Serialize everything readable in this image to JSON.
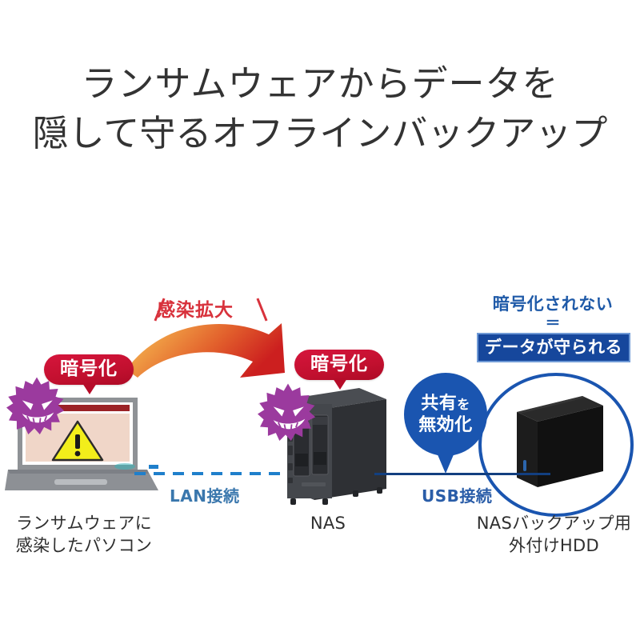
{
  "title": {
    "line1": "ランサムウェアからデータを",
    "line2": "隠して守るオフラインバックアップ"
  },
  "diagram": {
    "spread_label": "感染拡大",
    "encryption_badge_pc": "暗号化",
    "encryption_badge_nas": "暗号化",
    "lan_label": "LAN接続",
    "usb_label": "USB接続",
    "share_callout": {
      "line1_main": "共有",
      "line1_particle": "を",
      "line2": "無効化"
    },
    "protected": {
      "top": "暗号化されない",
      "equals": "＝",
      "banner": "データが守られる"
    },
    "captions": {
      "pc_line1": "ランサムウェアに",
      "pc_line2": "感染したパソコン",
      "nas": "NAS",
      "hdd_line1": "NASバックアップ用",
      "hdd_line2": "外付けHDD"
    }
  },
  "colors": {
    "title_text": "#333333",
    "encrypt_red": "#c2102f",
    "spread_red": "#d8323c",
    "arrow_start": "#f0a94a",
    "arrow_end": "#cc2222",
    "virus_purple": "#9b3a9e",
    "blue_primary": "#1a55b0",
    "blue_banner": "#16479c",
    "lan_blue": "#3a77ad",
    "usb_blue": "#2a5da8",
    "nas_body": "#3a3c40",
    "hdd_body": "#141414",
    "warning_yellow": "#f2ee1b",
    "background": "#ffffff"
  }
}
